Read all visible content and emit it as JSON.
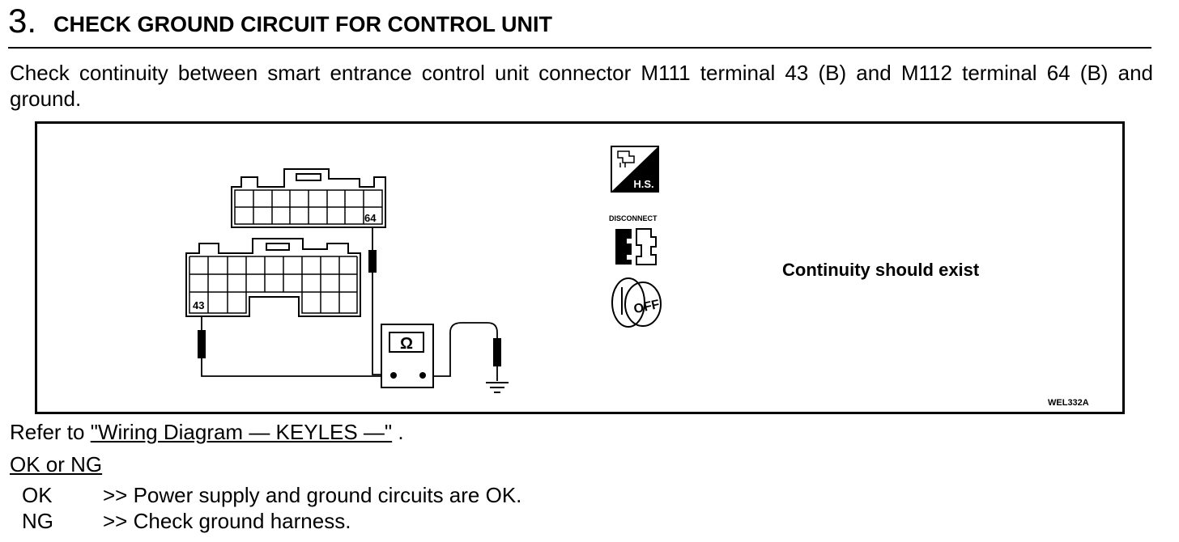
{
  "header": {
    "step_number": "3.",
    "title": "CHECK GROUND CIRCUIT FOR CONTROL UNIT"
  },
  "instruction": "Check continuity between smart entrance control unit connector M111 terminal 43 (B) and M112 terminal 64 (B) and ground.",
  "figure": {
    "terminal_a": "64",
    "terminal_b": "43",
    "ohm_symbol": "Ω",
    "hs_label": "H.S.",
    "disconnect_label": "DISCONNECT",
    "key_label": "OFF",
    "result_text": "Continuity should exist",
    "figure_code": "WEL332A",
    "icons": [
      "harness-side-icon",
      "disconnect-connector-icon",
      "ignition-key-off-icon",
      "ohmmeter-icon",
      "ground-icon"
    ]
  },
  "reference": {
    "prefix": "Refer to ",
    "link_text": "\"Wiring Diagram — KEYLES —\"",
    "suffix": " ."
  },
  "ok_or_ng": {
    "heading": "OK or NG",
    "results": [
      {
        "code": "OK",
        "text": ">> Power supply and ground circuits are OK."
      },
      {
        "code": "NG",
        "text": ">> Check ground harness."
      }
    ]
  }
}
